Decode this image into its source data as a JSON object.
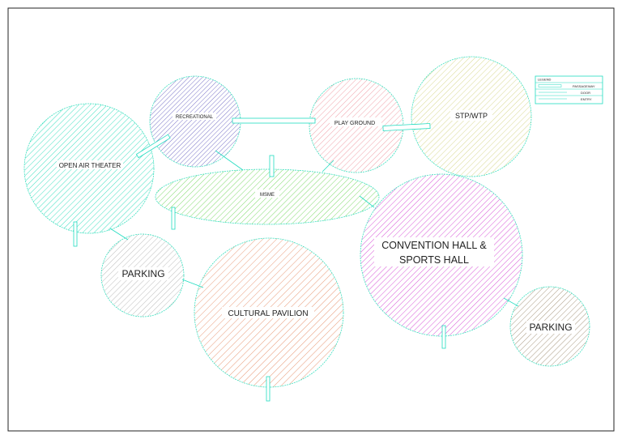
{
  "zones": [
    {
      "id": "open-air-theater",
      "label": "OPEN AIR THEATER",
      "color": "#3ee0c0"
    },
    {
      "id": "recreational",
      "label": "RECREATIONAL",
      "color": "#7a74c8"
    },
    {
      "id": "play-ground",
      "label": "PLAY GROUND",
      "color": "#f0a0a8"
    },
    {
      "id": "stp-wtp",
      "label": "STP/WTP",
      "color": "#d8d890"
    },
    {
      "id": "msme",
      "label": "MSME",
      "color": "#7ed96a"
    },
    {
      "id": "convention-hall",
      "label_line1": "CONVENTION HALL &",
      "label_line2": "SPORTS HALL",
      "color": "#d858d8"
    },
    {
      "id": "parking-left",
      "label": "PARKING",
      "color": "#bcbcbc"
    },
    {
      "id": "cultural-pavilion",
      "label": "CULTURAL PAVILION",
      "color": "#e89a78"
    },
    {
      "id": "parking-right",
      "label": "PARKING",
      "color": "#a89880"
    }
  ],
  "legend": {
    "title": "LEGEND",
    "rows": [
      "PASSAGEWAY",
      "DOOR",
      "ENTRY"
    ]
  },
  "colors": {
    "border": "#222222",
    "connector": "#22dcc0"
  }
}
